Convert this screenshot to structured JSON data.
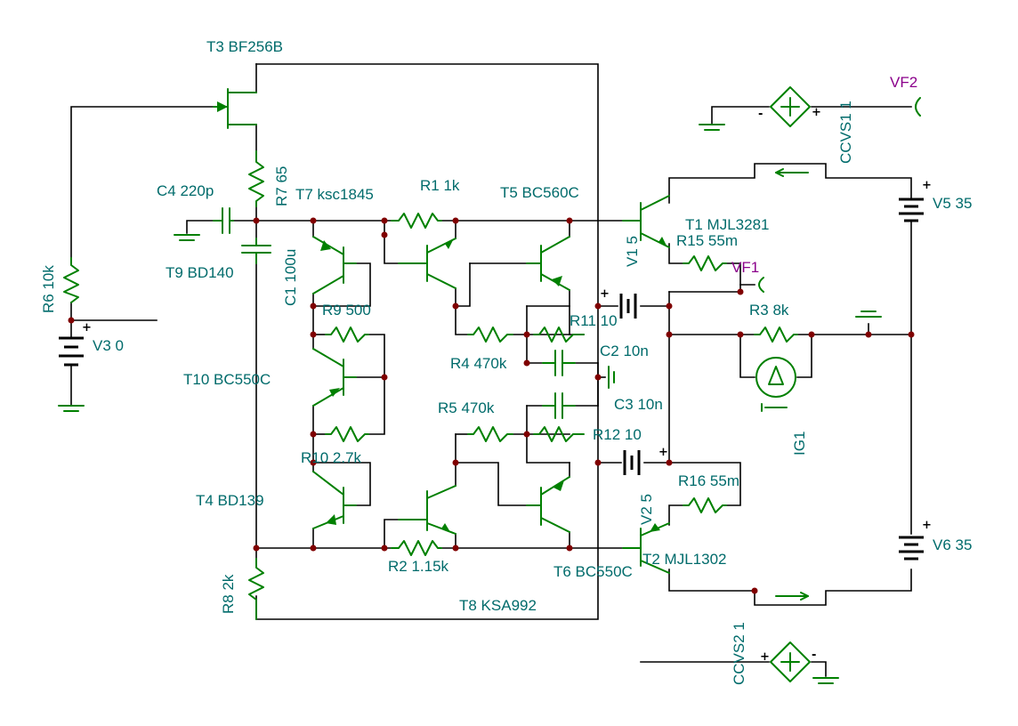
{
  "colors": {
    "wire": "#000000",
    "component": "#008000",
    "label": "#006b6b",
    "probe_label": "#8b008b",
    "node": "#800000",
    "background": "#ffffff"
  },
  "labels": {
    "t3": "T3 BF256B",
    "r7": "R7 65",
    "c4": "C4 220p",
    "t7": "T7 ksc1845",
    "r1": "R1 1k",
    "t5": "T5 BC560C",
    "t9": "T9 BD140",
    "c1": "C1 100u",
    "r6": "R6 10k",
    "v3": "V3 0",
    "r9": "R9 500",
    "t10": "T10 BC550C",
    "r10": "R10 2.7k",
    "t4": "T4 BD139",
    "r8": "R8 2k",
    "r4": "R4 470k",
    "r5": "R5 470k",
    "r11": "R11 10",
    "c2": "C2 10n",
    "c3": "C3 10n",
    "r12": "R12 10",
    "r2": "R2 1.15k",
    "t6": "T6 BC550C",
    "t8": "T8 KSA992",
    "v1": "V1 5",
    "v2": "V2 5",
    "t1": "T1 MJL3281",
    "r15": "R15 55m",
    "t2": "T2 MJL1302",
    "r16": "R16 55m",
    "vf1": "VF1",
    "vf2": "VF2",
    "r3": "R3 8k",
    "ig1": "IG1",
    "ccvs1": "CCVS1 1",
    "ccvs2": "CCVS2 1",
    "v5": "V5 35",
    "v6": "V6 35"
  },
  "icons": {
    "transistor": "npn-pnp-transistor-icon",
    "resistor": "zigzag-resistor-icon",
    "capacitor": "capacitor-icon",
    "battery": "dc-voltage-source-icon",
    "ground": "ground-icon",
    "ccvs": "controlled-source-diamond-icon",
    "current_source": "current-source-icon",
    "probe": "voltage-probe-icon"
  }
}
